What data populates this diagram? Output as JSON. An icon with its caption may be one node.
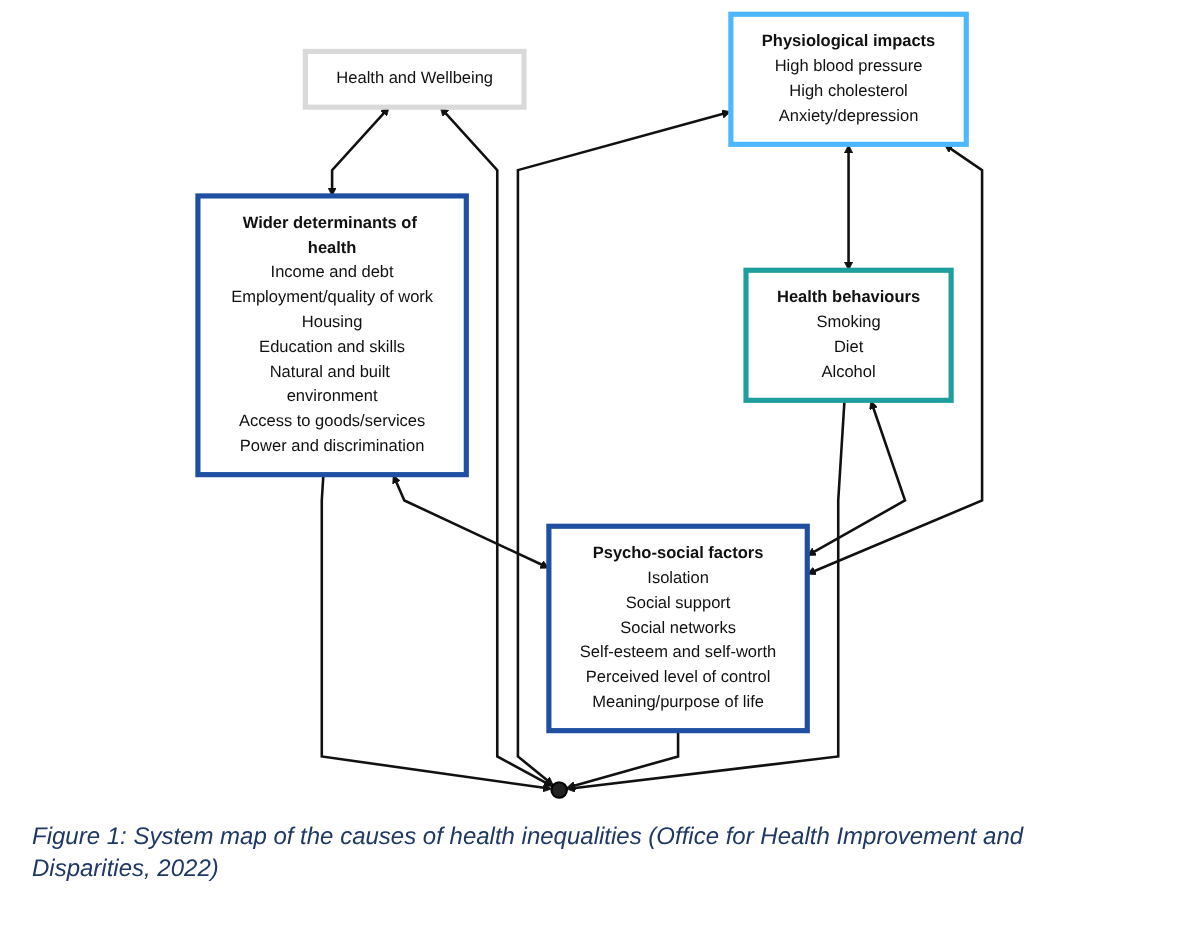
{
  "diagram": {
    "caption": "Figure 1: System map of the causes of health inequalities (Office for Health Improvement and Disparities, 2022)",
    "nodes": [
      {
        "text": [
          "Health and Wellbeing"
        ]
      },
      {
        "text": [
          "Physiological impacts",
          "High blood pressure",
          "High cholesterol",
          "Anxiety/depression"
        ]
      },
      {
        "text": [],
        "shape": "person"
      },
      {
        "text": [
          "Health behaviours",
          "Smoking",
          "Diet",
          "Alcohol"
        ]
      },
      {
        "text": [
          "Wider determinants of health",
          "Income and debt",
          "Employment/quality of work",
          "Housing",
          "Education and skills",
          "Natural and built environment",
          "Access to goods/services",
          "Power and discrimination"
        ]
      },
      {
        "text": [
          "Psycho-social factors",
          "Isolation",
          "Social support",
          "Social networks",
          "Self-esteem and self-worth",
          "Perceived level of control",
          "Meaning/purpose of life"
        ]
      }
    ],
    "edges": [
      {
        "from": 0,
        "to": 4,
        "arrow": "both"
      },
      {
        "from": 0,
        "to": 2,
        "arrow": "both"
      },
      {
        "from": 1,
        "to": 2,
        "arrow": "both"
      },
      {
        "from": 1,
        "to": 3,
        "arrow": "both"
      },
      {
        "from": 1,
        "to": 5,
        "arrow": "both"
      },
      {
        "from": 3,
        "to": 2,
        "arrow": "to"
      },
      {
        "from": 3,
        "to": 5,
        "arrow": "both"
      },
      {
        "from": 4,
        "to": 2,
        "arrow": "to"
      },
      {
        "from": 5,
        "to": 2,
        "arrow": "to"
      },
      {
        "from": 4,
        "to": 5,
        "arrow": "both"
      }
    ]
  }
}
